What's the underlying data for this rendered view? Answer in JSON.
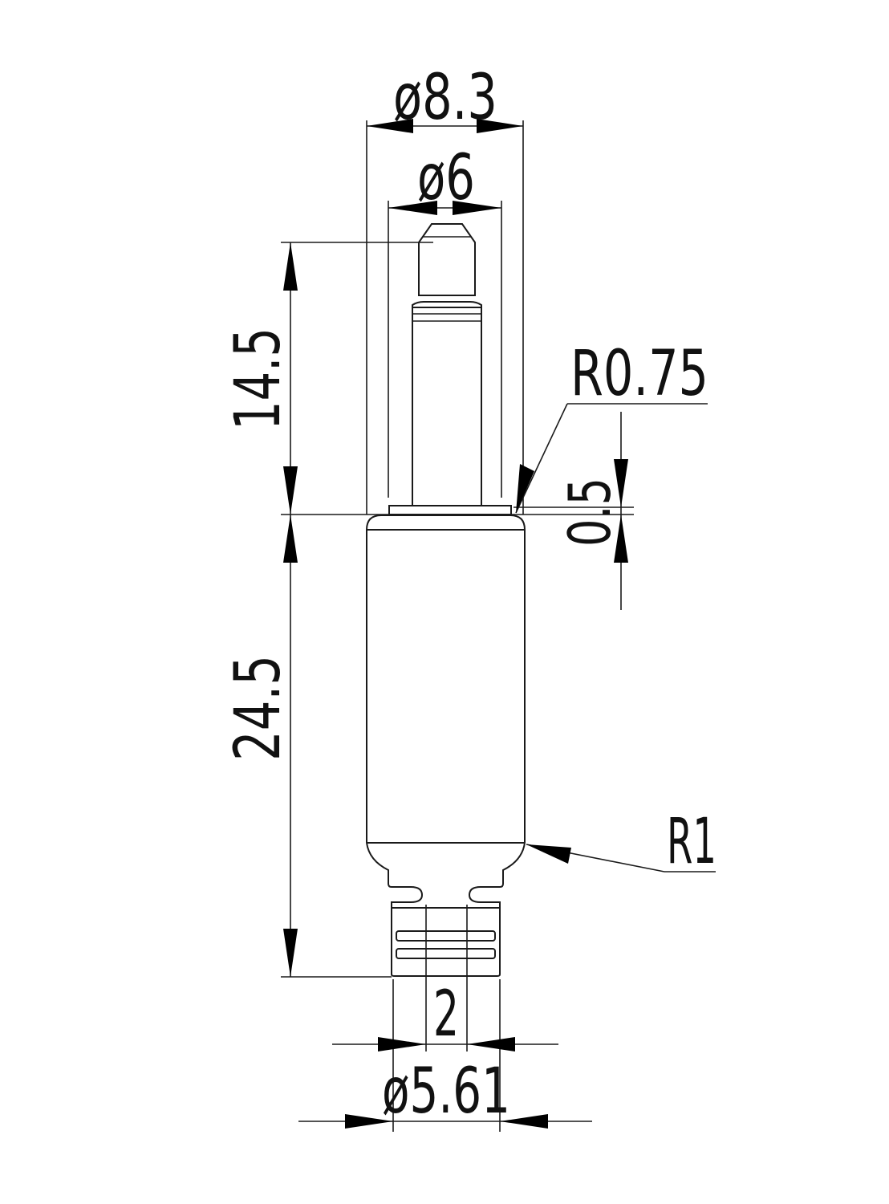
{
  "dimensions": {
    "phi_8_3": "ø8.3",
    "phi_6": "ø6",
    "tip_length": "14.5",
    "body_length": "24.5",
    "radius_075": "R0.75",
    "radius_1": "R1",
    "step_05": "0.5",
    "groove_2": "2",
    "phi_5_61": "ø5.61"
  }
}
